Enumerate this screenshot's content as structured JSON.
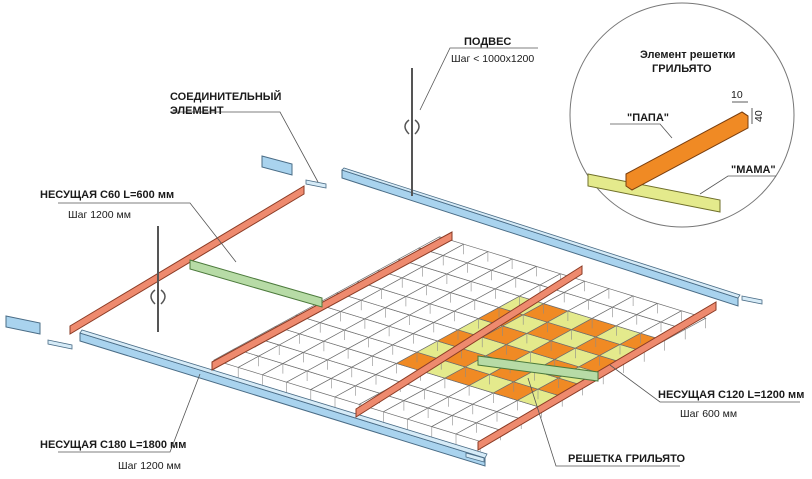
{
  "labels": {
    "hanger_title": "ПОДВЕС",
    "hanger_step": "Шаг < 1000x1200",
    "connector_line1": "СОЕДИНИТЕЛЬНЫЙ",
    "connector_line2": "ЭЛЕМЕНТ",
    "c60_title": "НЕСУЩАЯ С60 L=600 мм",
    "c60_step": "Шаг 1200 мм",
    "c180_title": "НЕСУЩАЯ С180 L=1800 мм",
    "c180_step": "Шаг 1200 мм",
    "c120_title": "НЕСУЩАЯ С120 L=1200 мм",
    "c120_step": "Шаг 600 мм",
    "grid_title": "РЕШЕТКА ГРИЛЬЯТО"
  },
  "inset": {
    "title_line1": "Элемент решетки",
    "title_line2": "ГРИЛЬЯТО",
    "papa": "\"ПАПА\"",
    "mama": "\"МАМА\"",
    "dim_width": "10",
    "dim_height": "40"
  },
  "colors": {
    "blue": "#a9d3ee",
    "red": "#ee8a6e",
    "green": "#b7dba6",
    "orange": "#f08a24",
    "yellow": "#e4ea8c"
  }
}
